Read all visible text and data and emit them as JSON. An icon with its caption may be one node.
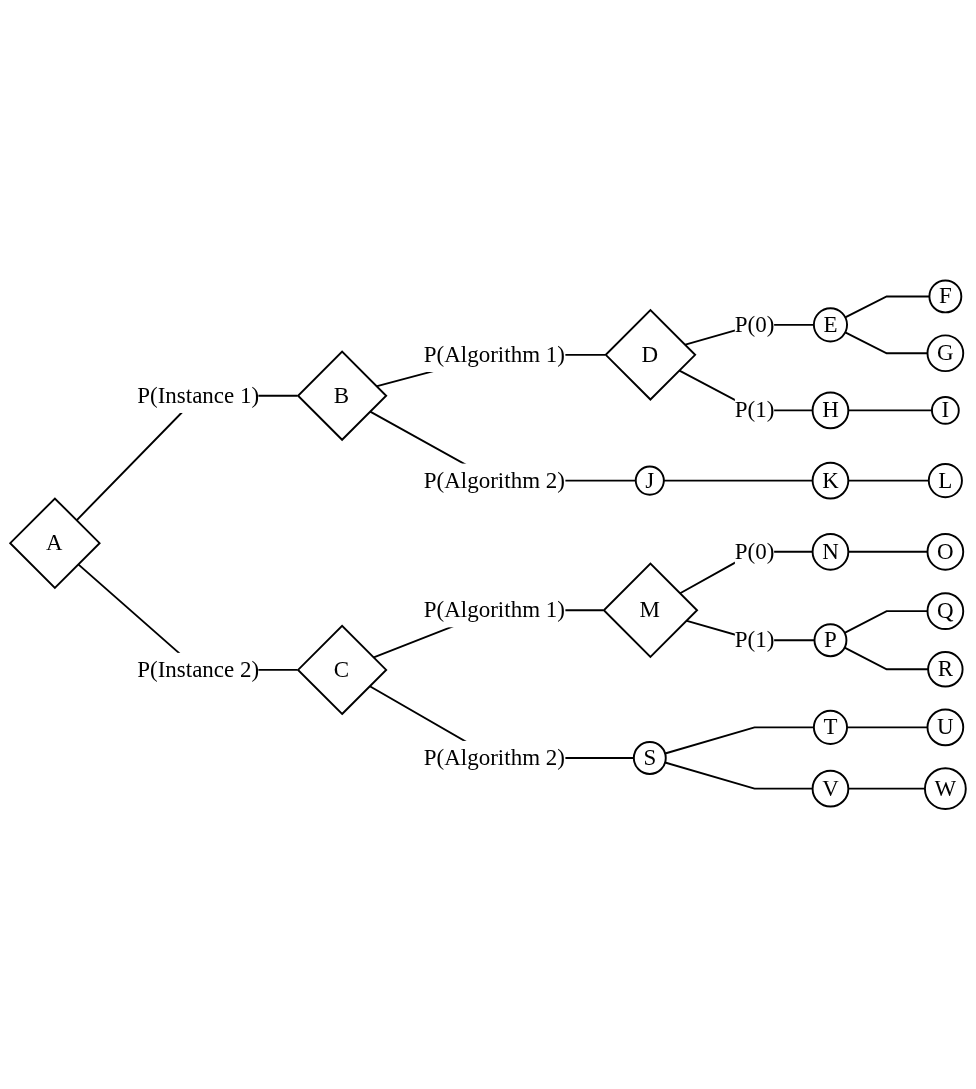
{
  "diagram": {
    "nodes": [
      {
        "text": [
          "A"
        ]
      },
      {
        "text": [
          "B"
        ]
      },
      {
        "text": [
          "C"
        ]
      },
      {
        "text": [
          "D"
        ]
      },
      {
        "text": [
          "E"
        ]
      },
      {
        "text": [
          "F"
        ]
      },
      {
        "text": [
          "G"
        ]
      },
      {
        "text": [
          "H"
        ]
      },
      {
        "text": [
          "I"
        ]
      },
      {
        "text": [
          "J"
        ]
      },
      {
        "text": [
          "K"
        ]
      },
      {
        "text": [
          "L"
        ]
      },
      {
        "text": [
          "M"
        ]
      },
      {
        "text": [
          "N"
        ]
      },
      {
        "text": [
          "O"
        ]
      },
      {
        "text": [
          "P"
        ]
      },
      {
        "text": [
          "Q"
        ]
      },
      {
        "text": [
          "R"
        ]
      },
      {
        "text": [
          "S"
        ]
      },
      {
        "text": [
          "T"
        ]
      },
      {
        "text": [
          "U"
        ]
      },
      {
        "text": [
          "V"
        ]
      },
      {
        "text": [
          "W"
        ]
      }
    ],
    "edges": [
      {
        "from": 0,
        "to": 1,
        "arrow": "none",
        "label": "P(Instance 1)"
      },
      {
        "from": 0,
        "to": 2,
        "arrow": "none",
        "label": "P(Instance 2)"
      },
      {
        "from": 1,
        "to": 3,
        "arrow": "none",
        "label": "P(Algorithm 1)"
      },
      {
        "from": 1,
        "to": 9,
        "arrow": "none",
        "label": "P(Algorithm 2)"
      },
      {
        "from": 3,
        "to": 4,
        "arrow": "none",
        "label": "P(0)"
      },
      {
        "from": 3,
        "to": 7,
        "arrow": "none",
        "label": "P(1)"
      },
      {
        "from": 4,
        "to": 5,
        "arrow": "none"
      },
      {
        "from": 4,
        "to": 6,
        "arrow": "none"
      },
      {
        "from": 7,
        "to": 8,
        "arrow": "none"
      },
      {
        "from": 9,
        "to": 10,
        "arrow": "none"
      },
      {
        "from": 10,
        "to": 11,
        "arrow": "none"
      },
      {
        "from": 2,
        "to": 12,
        "arrow": "none",
        "label": "P(Algorithm 1)"
      },
      {
        "from": 2,
        "to": 18,
        "arrow": "none",
        "label": "P(Algorithm 2)"
      },
      {
        "from": 12,
        "to": 13,
        "arrow": "none",
        "label": "P(0)"
      },
      {
        "from": 12,
        "to": 15,
        "arrow": "none",
        "label": "P(1)"
      },
      {
        "from": 13,
        "to": 14,
        "arrow": "none"
      },
      {
        "from": 15,
        "to": 16,
        "arrow": "none"
      },
      {
        "from": 15,
        "to": 17,
        "arrow": "none"
      },
      {
        "from": 18,
        "to": 19,
        "arrow": "none"
      },
      {
        "from": 18,
        "to": 21,
        "arrow": "none"
      },
      {
        "from": 19,
        "to": 20,
        "arrow": "none"
      },
      {
        "from": 21,
        "to": 22,
        "arrow": "none"
      }
    ]
  }
}
